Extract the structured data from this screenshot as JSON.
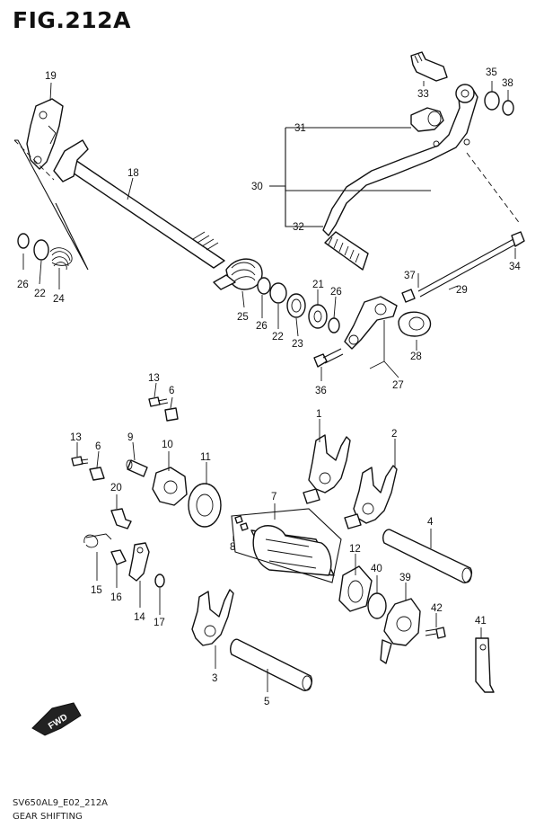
{
  "figure": {
    "title": "FIG.212A",
    "code": "SV650AL9_E02_212A",
    "name": "GEAR SHIFTING",
    "fwd_label": "FWD"
  },
  "callouts": [
    {
      "id": "c1",
      "text": "1"
    },
    {
      "id": "c2",
      "text": "2"
    },
    {
      "id": "c3",
      "text": "3"
    },
    {
      "id": "c4",
      "text": "4"
    },
    {
      "id": "c5",
      "text": "5"
    },
    {
      "id": "c6a",
      "text": "6"
    },
    {
      "id": "c6b",
      "text": "6"
    },
    {
      "id": "c7",
      "text": "7"
    },
    {
      "id": "c8",
      "text": "8"
    },
    {
      "id": "c9",
      "text": "9"
    },
    {
      "id": "c10",
      "text": "10"
    },
    {
      "id": "c11",
      "text": "11"
    },
    {
      "id": "c12",
      "text": "12"
    },
    {
      "id": "c13a",
      "text": "13"
    },
    {
      "id": "c13b",
      "text": "13"
    },
    {
      "id": "c14",
      "text": "14"
    },
    {
      "id": "c15",
      "text": "15"
    },
    {
      "id": "c16",
      "text": "16"
    },
    {
      "id": "c17",
      "text": "17"
    },
    {
      "id": "c18",
      "text": "18"
    },
    {
      "id": "c19",
      "text": "19"
    },
    {
      "id": "c20",
      "text": "20"
    },
    {
      "id": "c21",
      "text": "21"
    },
    {
      "id": "c22a",
      "text": "22"
    },
    {
      "id": "c22b",
      "text": "22"
    },
    {
      "id": "c23",
      "text": "23"
    },
    {
      "id": "c24",
      "text": "24"
    },
    {
      "id": "c25",
      "text": "25"
    },
    {
      "id": "c26a",
      "text": "26"
    },
    {
      "id": "c26b",
      "text": "26"
    },
    {
      "id": "c26c",
      "text": "26"
    },
    {
      "id": "c27",
      "text": "27"
    },
    {
      "id": "c28",
      "text": "28"
    },
    {
      "id": "c29",
      "text": "29"
    },
    {
      "id": "c30",
      "text": "30"
    },
    {
      "id": "c31",
      "text": "31"
    },
    {
      "id": "c32",
      "text": "32"
    },
    {
      "id": "c33",
      "text": "33"
    },
    {
      "id": "c34",
      "text": "34"
    },
    {
      "id": "c35",
      "text": "35"
    },
    {
      "id": "c36",
      "text": "36"
    },
    {
      "id": "c37",
      "text": "37"
    },
    {
      "id": "c38",
      "text": "38"
    },
    {
      "id": "c39",
      "text": "39"
    },
    {
      "id": "c40",
      "text": "40"
    },
    {
      "id": "c41",
      "text": "41"
    },
    {
      "id": "c42",
      "text": "42"
    }
  ]
}
